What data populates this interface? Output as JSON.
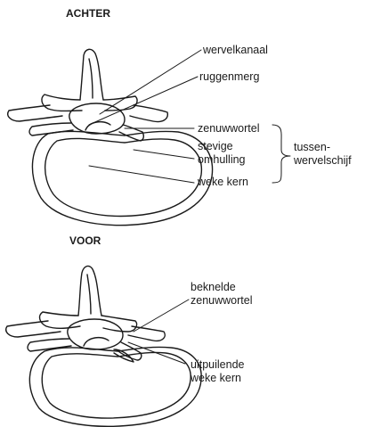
{
  "headings": {
    "back": "ACHTER",
    "front": "VOOR"
  },
  "labels_back": {
    "canal": "wervelkanaal",
    "cord": "ruggenmerg",
    "root": "zenuwwortel",
    "shell_1": "stevige",
    "shell_2": "omhulling",
    "core": "weke kern",
    "disc_1": "tussen-",
    "disc_2": "wervelschijf"
  },
  "labels_front": {
    "pinched_1": "beknelde",
    "pinched_2": "zenuwwortel",
    "bulge_1": "uitpuilende",
    "bulge_2": "weke kern"
  },
  "colors": {
    "ink": "#1a1a1a",
    "paper": "#ffffff"
  }
}
